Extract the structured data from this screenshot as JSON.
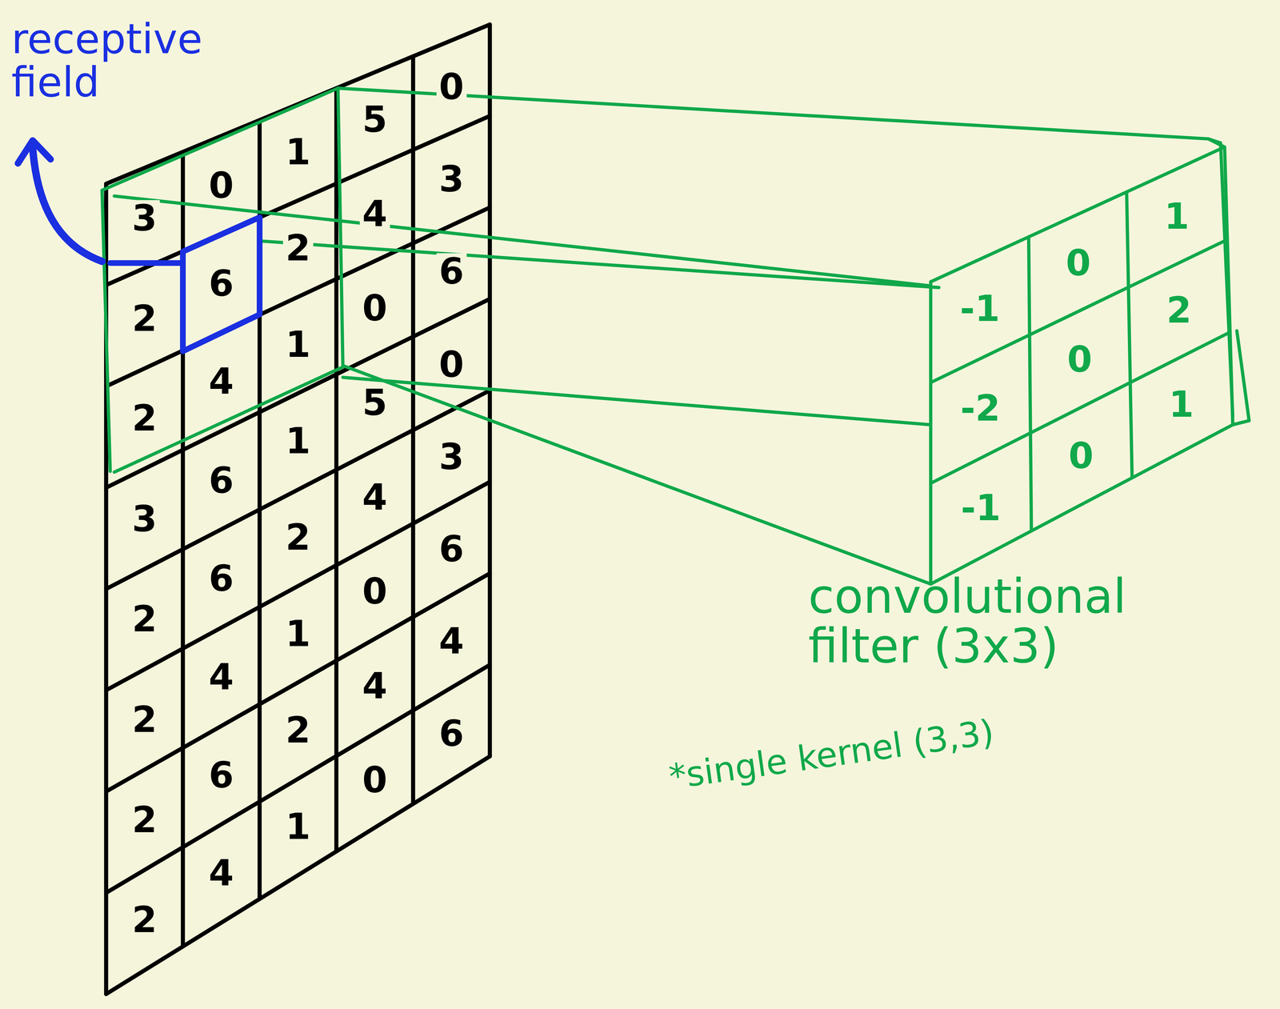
{
  "diagram": {
    "labels": [
      "receptive field",
      "3",
      "0",
      "1",
      "5",
      "0",
      "2",
      "6",
      "2",
      "4",
      "3",
      "2",
      "4",
      "1",
      "0",
      "6",
      "3",
      "6",
      "1",
      "5",
      "0",
      "2",
      "6",
      "2",
      "4",
      "3",
      "2",
      "4",
      "1",
      "0",
      "6",
      "2",
      "6",
      "2",
      "4",
      "4",
      "2",
      "4",
      "1",
      "0",
      "6",
      "-1",
      "0",
      "1",
      "-2",
      "0",
      "2",
      "-1",
      "0",
      "1",
      "convolutional filter (3x3)",
      "*single kernel (3,3)"
    ]
  }
}
